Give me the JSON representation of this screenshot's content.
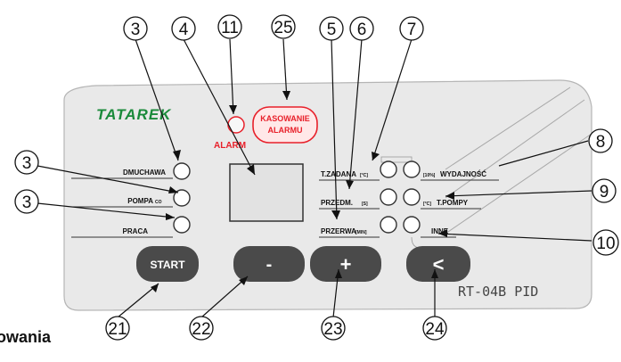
{
  "brand": {
    "logo_text": "TATAREK"
  },
  "model": "RT-04B PID",
  "alarm": {
    "label": "ALARM",
    "reset_line1": "KASOWANIE",
    "reset_line2": "ALARMU"
  },
  "left_leds": [
    {
      "label": "DMUCHAWA",
      "sub": ""
    },
    {
      "label": "POMPA",
      "sub": "CO"
    },
    {
      "label": "PRACA",
      "sub": ""
    }
  ],
  "mid_leds": [
    {
      "label": "T.ZADANA",
      "unit": "[°C]"
    },
    {
      "label": "PRZEDM.",
      "unit": "[S]"
    },
    {
      "label": "PRZERWA",
      "unit": "[MIN]"
    }
  ],
  "right_leds": [
    {
      "label": "WYDAJNOŚĆ",
      "unit": "[10%]"
    },
    {
      "label": "T.POMPY",
      "unit": "[°C]"
    },
    {
      "label": "INNE",
      "unit": ""
    }
  ],
  "buttons": {
    "start": "START",
    "minus": "-",
    "plus": "+",
    "back": "<"
  },
  "callouts": {
    "c3a": "3",
    "c4": "4",
    "c11": "11",
    "c25": "25",
    "c5": "5",
    "c6": "6",
    "c7": "7",
    "c3b": "3",
    "c3c": "3",
    "c8": "8",
    "c9": "9",
    "c10": "10",
    "c21": "21",
    "c22": "22",
    "c23": "23",
    "c24": "24"
  },
  "footer_fragment": "owania",
  "colors": {
    "panel": "#e8e8e8",
    "button": "#4a4a4a",
    "alarm_red": "#e8202a",
    "logo_green": "#1a8a3a"
  }
}
